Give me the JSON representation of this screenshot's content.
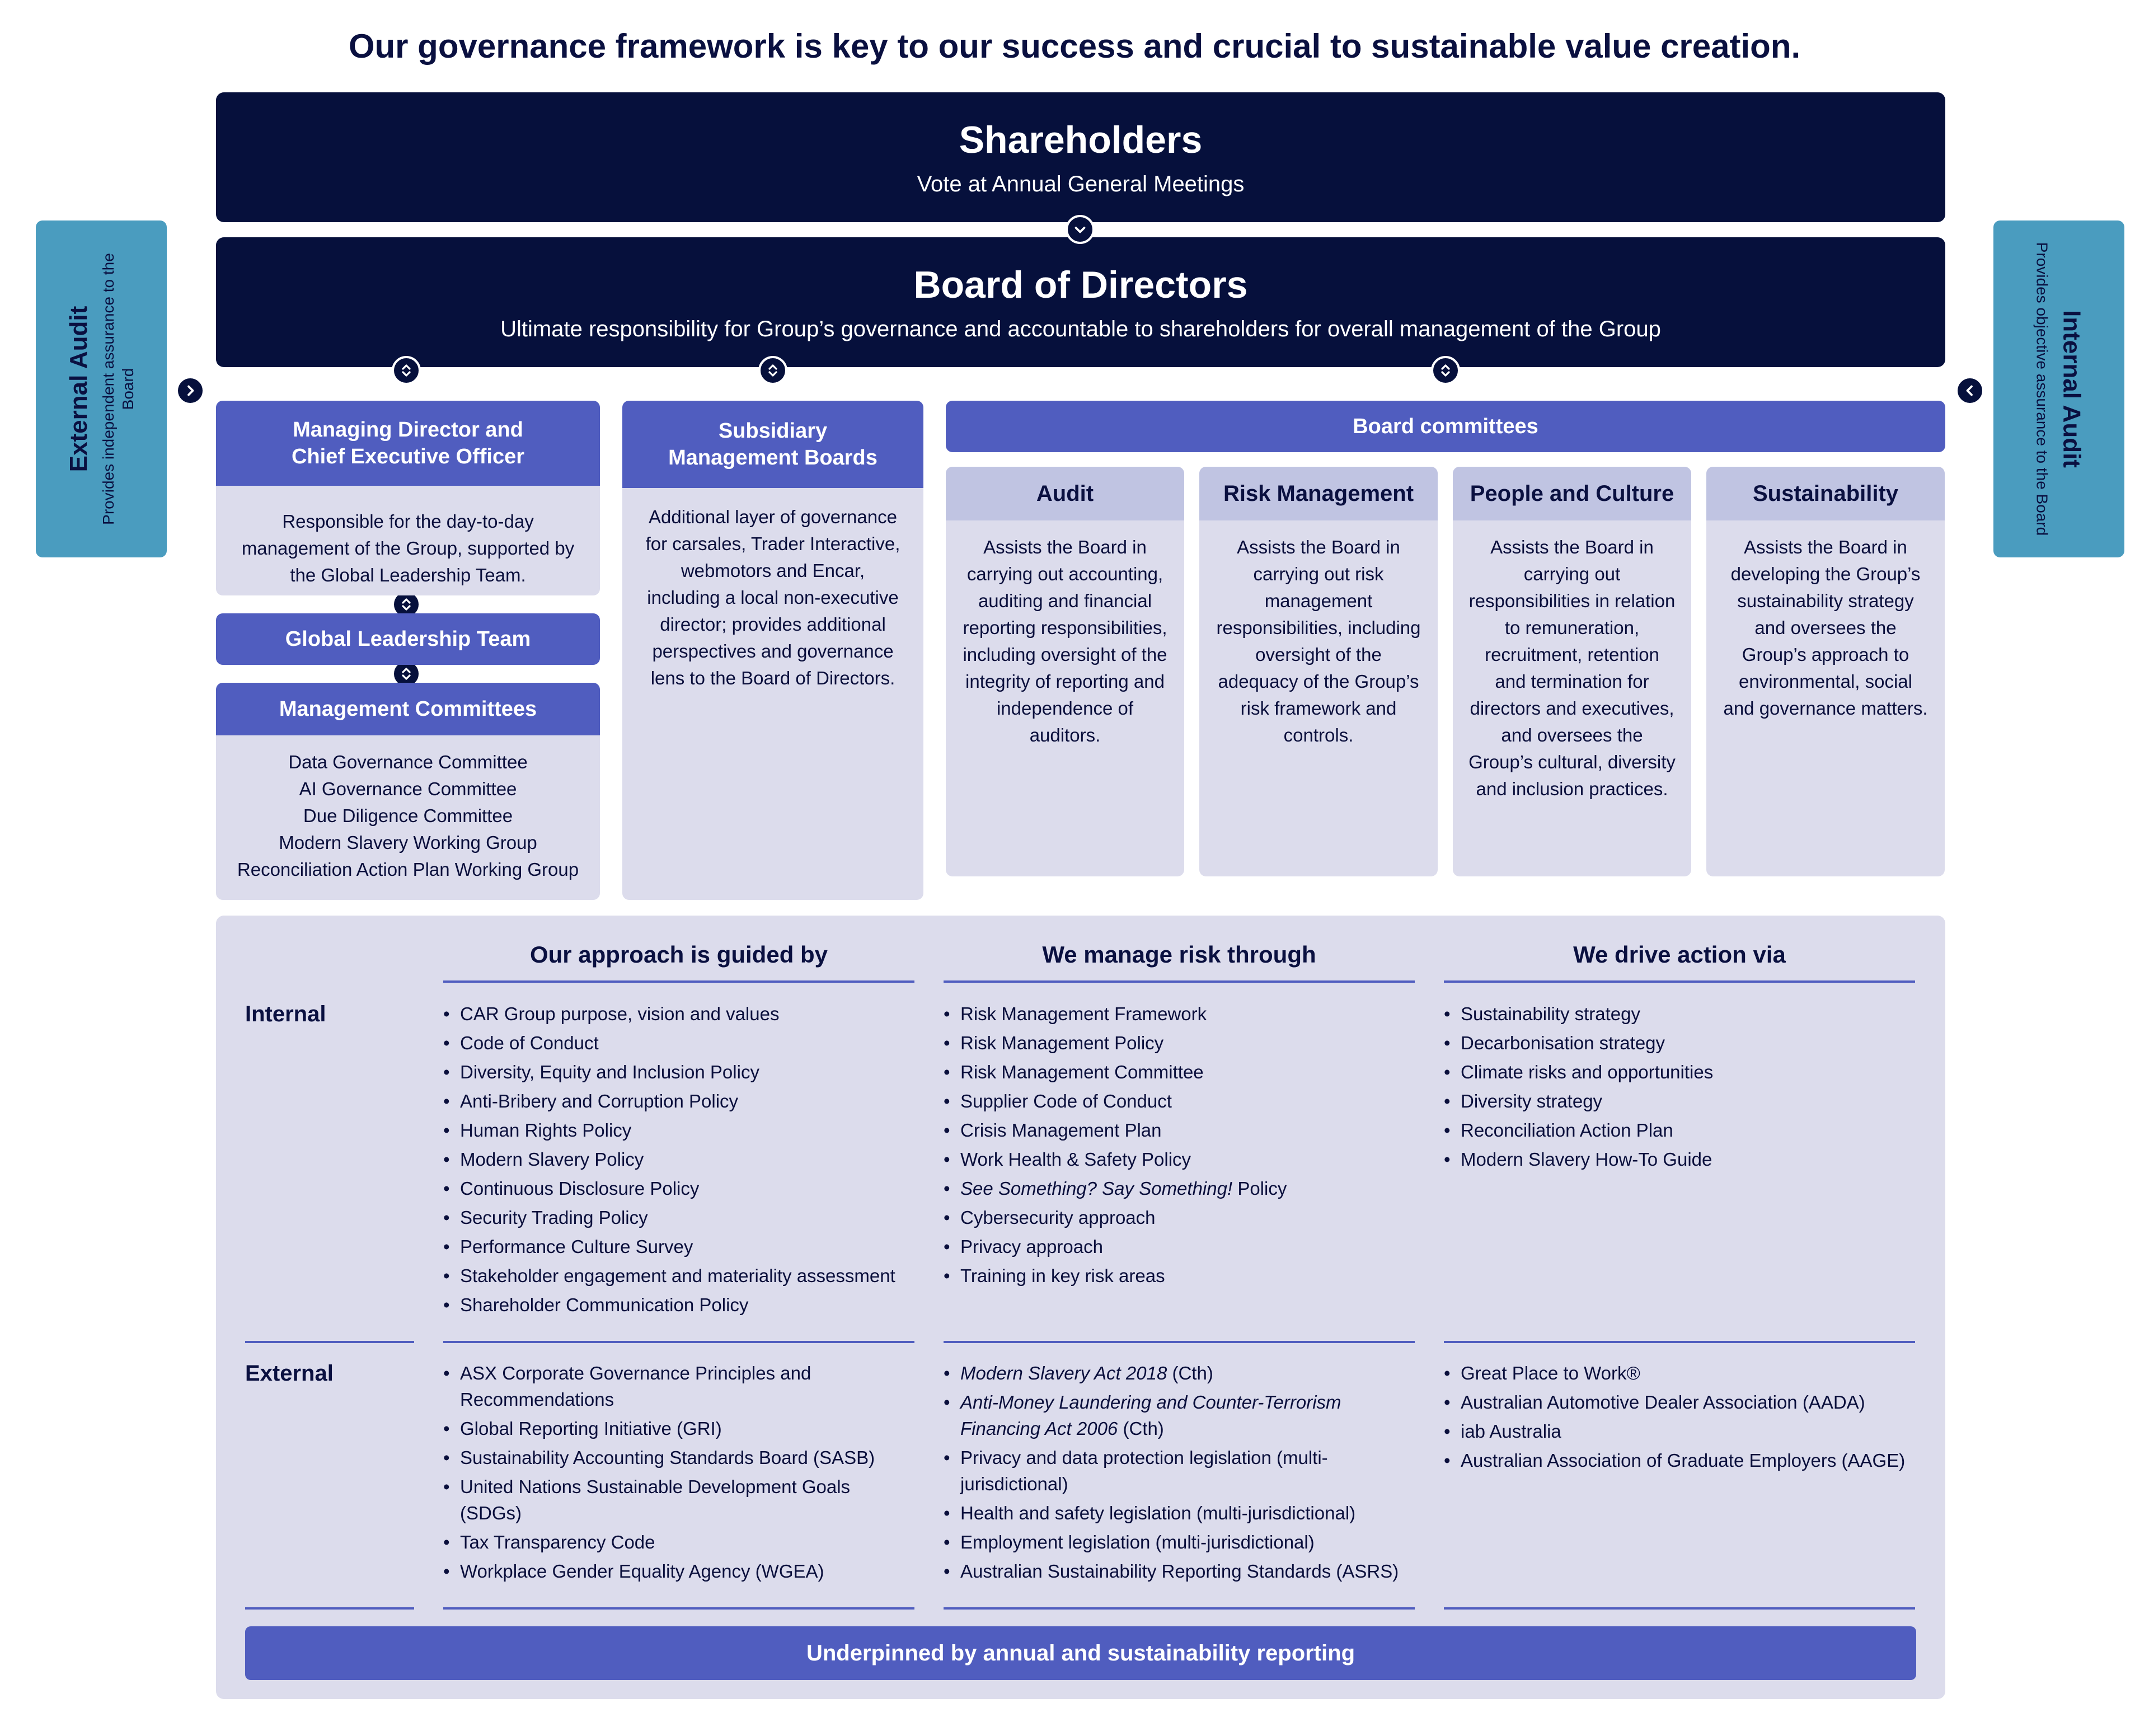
{
  "headline": "Our governance framework is key to our success and crucial to sustainable value creation.",
  "shareholders": {
    "title": "Shareholders",
    "subtitle": "Vote at Annual General Meetings"
  },
  "board": {
    "title": "Board of Directors",
    "subtitle": "Ultimate responsibility for Group’s governance and accountable to shareholders for overall management of the Group"
  },
  "external_audit": {
    "title": "External Audit",
    "subtitle": "Provides independent assurance to the Board"
  },
  "internal_audit": {
    "title": "Internal Audit",
    "subtitle": "Provides objective assurance to the Board"
  },
  "md_ceo": {
    "title_line1": "Managing Director and",
    "title_line2": "Chief Executive Officer",
    "description": "Responsible for the day-to-day management of the Group, supported by the Global Leadership Team."
  },
  "global_leadership_team": "Global Leadership Team",
  "management_committees": {
    "title": "Management Committees",
    "items": [
      "Data Governance Committee",
      "AI Governance Committee",
      "Due Diligence Committee",
      "Modern Slavery Working Group",
      "Reconciliation Action Plan Working Group"
    ]
  },
  "subsidiary": {
    "title_line1": "Subsidiary",
    "title_line2": "Management Boards",
    "description": "Additional layer of governance for carsales, Trader Interactive, webmotors and Encar, including a local non-executive director; provides additional perspectives and governance lens to the Board of Directors."
  },
  "board_committees": {
    "title": "Board committees",
    "committees": [
      {
        "name": "Audit",
        "description": "Assists the Board in carrying out accounting, auditing and financial reporting responsibilities, including oversight of the integrity of reporting and independence of auditors."
      },
      {
        "name": "Risk Management",
        "description": "Assists the Board in carrying out risk management responsibilities, including oversight of the adequacy of the Group’s risk framework and controls."
      },
      {
        "name": "People and Culture",
        "description": "Assists the Board in carrying out responsibilities in relation to remuneration, recruitment, retention and termination for directors and executives, and oversees the Group’s cultural, diversity and inclusion practices."
      },
      {
        "name": "Sustainability",
        "description": "Assists the Board in developing the Group’s sustainability strategy and oversees the Group’s approach to environmental, social and governance matters."
      }
    ]
  },
  "framework": {
    "columns": [
      "Our approach is guided by",
      "We manage risk through",
      "We drive action via"
    ],
    "row_labels": {
      "internal": "Internal",
      "external": "External"
    },
    "internal": {
      "guided_by": [
        "CAR Group purpose, vision and values",
        "Code of Conduct",
        "Diversity, Equity and Inclusion Policy",
        "Anti-Bribery and Corruption Policy",
        "Human Rights Policy",
        "Modern Slavery Policy",
        "Continuous Disclosure Policy",
        "Security Trading Policy",
        "Performance Culture Survey",
        "Stakeholder engagement and materiality assessment",
        "Shareholder Communication Policy"
      ],
      "manage_risk": [
        "Risk Management Framework",
        "Risk Management Policy",
        "Risk Management Committee",
        "Supplier Code of Conduct",
        "Crisis Management Plan",
        "Work Health & Safety Policy",
        "See Something? Say Something!",
        "Policy",
        "Cybersecurity approach",
        "Privacy approach",
        "Training in key risk areas"
      ],
      "drive_action": [
        "Sustainability strategy",
        "Decarbonisation strategy",
        "Climate risks and opportunities",
        "Diversity strategy",
        "Reconciliation Action Plan",
        "Modern Slavery How-To Guide"
      ]
    },
    "external": {
      "guided_by": [
        "ASX Corporate Governance Principles and Recommendations",
        "Global Reporting Initiative (GRI)",
        "Sustainability Accounting Standards Board (SASB)",
        "United Nations Sustainable Development Goals (SDGs)",
        "Tax Transparency Code",
        "Workplace Gender Equality Agency (WGEA)"
      ],
      "manage_risk": [
        "Modern Slavery Act 2018",
        "(Cth)",
        "Anti-Money Laundering and Counter-Terrorism Financing Act 2006",
        "(Cth)",
        "Privacy and data protection legislation (multi-jurisdictional)",
        "Health and safety legislation (multi-jurisdictional)",
        "Employment legislation (multi-jurisdictional)",
        "Australian Sustainability Reporting Standards (ASRS)"
      ],
      "drive_action": [
        "Great Place to Work®",
        "Australian Automotive Dealer Association (AADA)",
        "iab Australia",
        "Australian Association of Graduate Employers (AAGE)"
      ]
    }
  },
  "underpinned": "Underpinned by annual and sustainability reporting",
  "icons": {
    "connector_down": "chevron-down-icon",
    "connector_updown": "chevron-up-down-icon",
    "arrow_right": "chevron-right-icon",
    "arrow_left": "chevron-left-icon"
  },
  "colors": {
    "navy": "#06103c",
    "purple": "#505dbf",
    "lavender": "#dcdcec",
    "light_lavender": "#c0c4e2",
    "audit_teal": "#4a9cbf"
  }
}
